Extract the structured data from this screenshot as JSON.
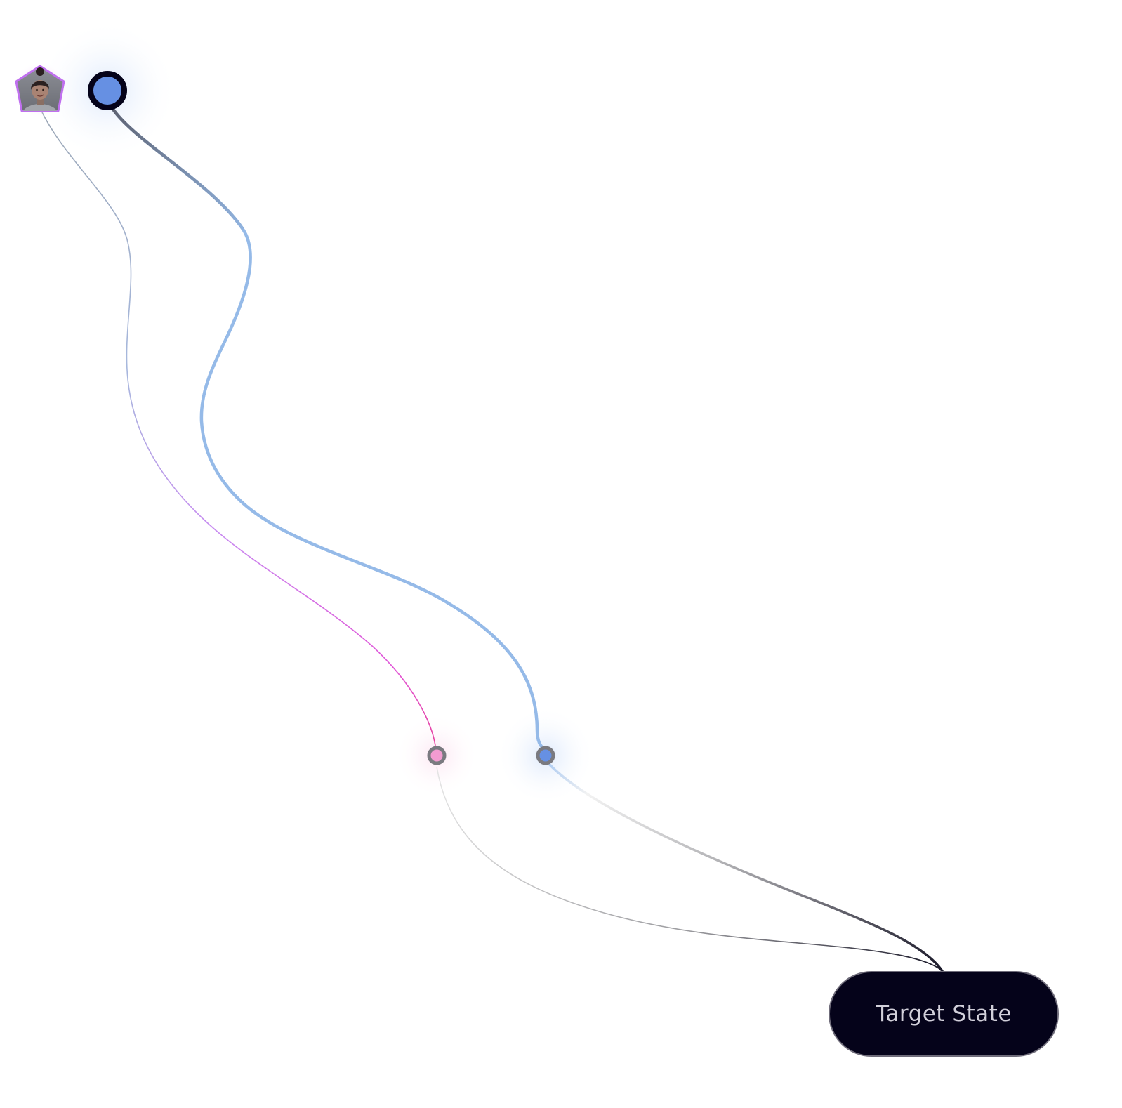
{
  "diagram": {
    "target": {
      "label": "Target State"
    },
    "nodes": [
      {
        "id": "avatar",
        "kind": "avatar",
        "description_icon": "person-portrait-icon",
        "glow": "#d96cf2"
      },
      {
        "id": "source",
        "kind": "source-dot",
        "fill": "#6690e3",
        "ring": "#05031a"
      },
      {
        "id": "junction-pink",
        "kind": "junction",
        "fill": "#f29bd0",
        "ring": "#7a7a80"
      },
      {
        "id": "junction-blue",
        "kind": "junction",
        "fill": "#6690e3",
        "ring": "#7a7a80"
      }
    ],
    "edges": [
      {
        "from": "avatar",
        "to": "junction-pink",
        "style": "thin",
        "gradient": [
          "#9aa6b5",
          "#a7b8dd",
          "#c88bf1",
          "#e157d8",
          "#e6409f"
        ]
      },
      {
        "from": "source",
        "to": "junction-blue",
        "style": "thick",
        "gradient": [
          "#5c5f6e",
          "#95bae8",
          "#95bae8"
        ]
      },
      {
        "from": "junction-pink",
        "to": "target",
        "style": "thin",
        "gradient": [
          "#e2e2e2",
          "#8e8e90",
          "#1b1a2a"
        ]
      },
      {
        "from": "junction-blue",
        "to": "target",
        "style": "medium",
        "gradient": [
          "#a9c9f2",
          "#f2f2f2",
          "#a9a9ad",
          "#1b1a2a"
        ]
      }
    ]
  },
  "colors": {
    "background": "#ffffff",
    "target_fill": "#05031a",
    "target_border": "#6f6c7a",
    "target_text": "#d2d0da"
  }
}
